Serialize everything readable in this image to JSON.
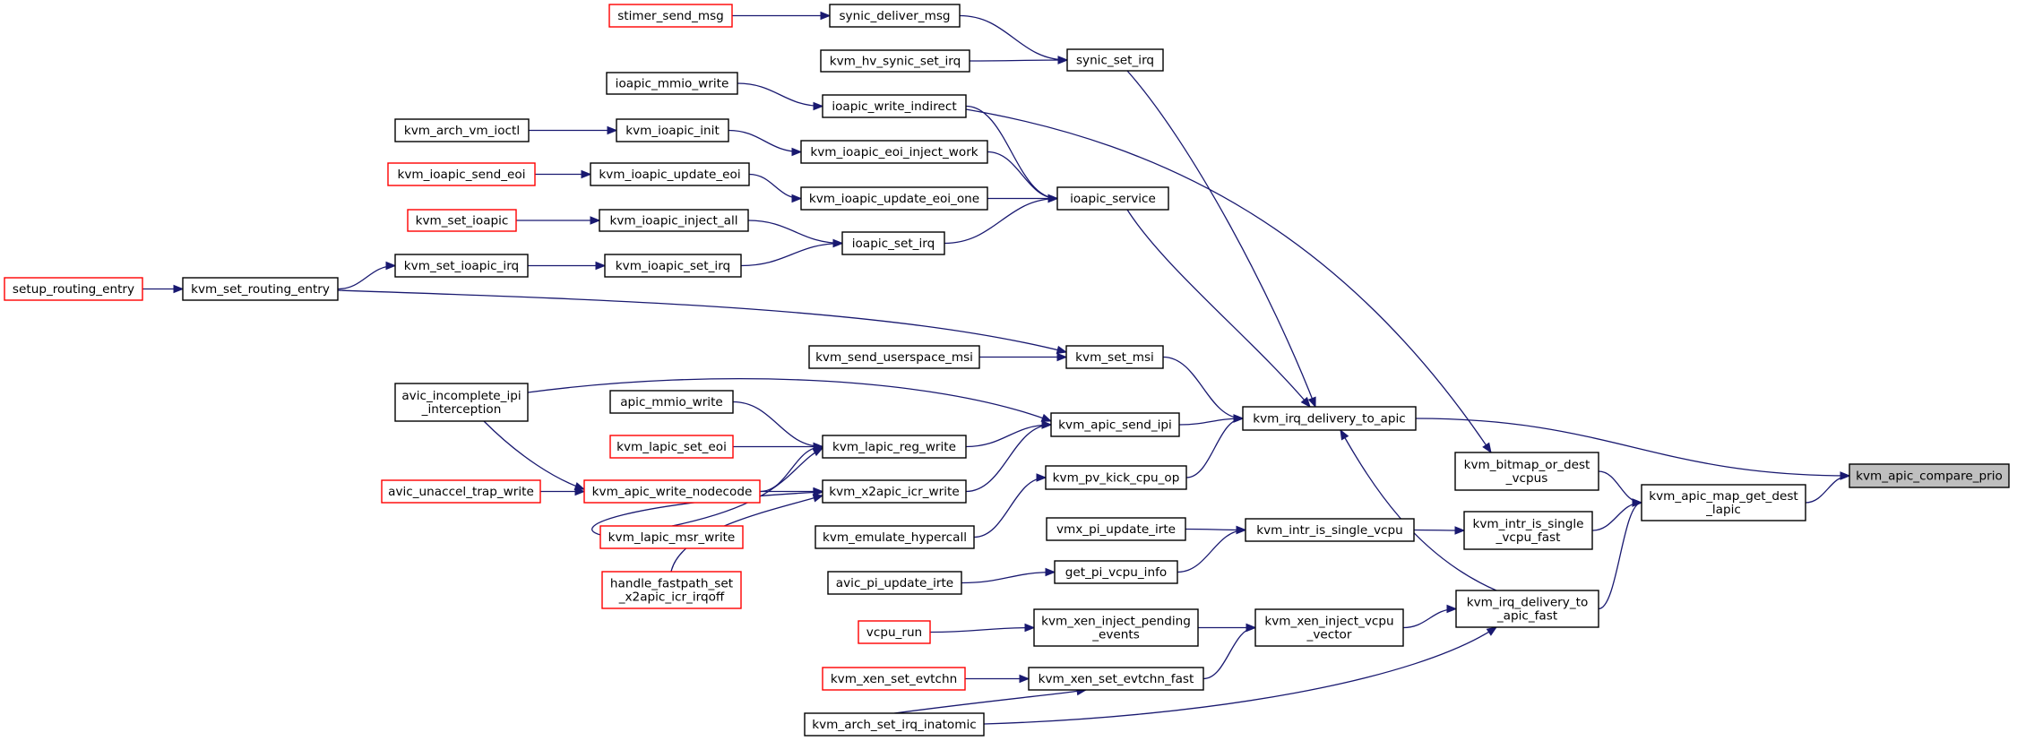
{
  "diagram": {
    "colors": {
      "edge": "#191970",
      "node_border": "#000000",
      "truncated_node_border": "#ff0000",
      "root_fill": "#bfbfbf"
    },
    "nodes": [
      {
        "id": "kvm_apic_compare_prio",
        "lines": [
          "kvm_apic_compare_prio"
        ],
        "style": "root"
      },
      {
        "id": "kvm_irq_delivery_to_apic",
        "lines": [
          "kvm_irq_delivery_to_apic"
        ],
        "style": "normal"
      },
      {
        "id": "kvm_apic_map_get_dest_lapic",
        "lines": [
          "kvm_apic_map_get_dest",
          "_lapic"
        ],
        "style": "normal"
      },
      {
        "id": "kvm_bitmap_or_dest_vcpus",
        "lines": [
          "kvm_bitmap_or_dest",
          "_vcpus"
        ],
        "style": "normal"
      },
      {
        "id": "kvm_intr_is_single_vcpu_fast",
        "lines": [
          "kvm_intr_is_single",
          "_vcpu_fast"
        ],
        "style": "normal"
      },
      {
        "id": "kvm_irq_delivery_to_apic_fast",
        "lines": [
          "kvm_irq_delivery_to",
          "_apic_fast"
        ],
        "style": "normal"
      },
      {
        "id": "synic_set_irq",
        "lines": [
          "synic_set_irq"
        ],
        "style": "normal"
      },
      {
        "id": "ioapic_service",
        "lines": [
          "ioapic_service"
        ],
        "style": "normal"
      },
      {
        "id": "kvm_set_msi",
        "lines": [
          "kvm_set_msi"
        ],
        "style": "normal"
      },
      {
        "id": "kvm_apic_send_ipi",
        "lines": [
          "kvm_apic_send_ipi"
        ],
        "style": "normal"
      },
      {
        "id": "kvm_pv_kick_cpu_op",
        "lines": [
          "kvm_pv_kick_cpu_op"
        ],
        "style": "normal"
      },
      {
        "id": "kvm_intr_is_single_vcpu",
        "lines": [
          "kvm_intr_is_single_vcpu"
        ],
        "style": "normal"
      },
      {
        "id": "kvm_xen_inject_vcpu_vector",
        "lines": [
          "kvm_xen_inject_vcpu",
          "_vector"
        ],
        "style": "normal"
      },
      {
        "id": "synic_deliver_msg",
        "lines": [
          "synic_deliver_msg"
        ],
        "style": "normal"
      },
      {
        "id": "kvm_hv_synic_set_irq",
        "lines": [
          "kvm_hv_synic_set_irq"
        ],
        "style": "normal"
      },
      {
        "id": "stimer_send_msg",
        "lines": [
          "stimer_send_msg"
        ],
        "style": "red"
      },
      {
        "id": "ioapic_write_indirect",
        "lines": [
          "ioapic_write_indirect"
        ],
        "style": "normal"
      },
      {
        "id": "ioapic_mmio_write",
        "lines": [
          "ioapic_mmio_write"
        ],
        "style": "normal"
      },
      {
        "id": "kvm_ioapic_eoi_inject_work",
        "lines": [
          "kvm_ioapic_eoi_inject_work"
        ],
        "style": "normal"
      },
      {
        "id": "kvm_ioapic_init",
        "lines": [
          "kvm_ioapic_init"
        ],
        "style": "normal"
      },
      {
        "id": "kvm_arch_vm_ioctl",
        "lines": [
          "kvm_arch_vm_ioctl"
        ],
        "style": "normal"
      },
      {
        "id": "kvm_ioapic_update_eoi_one",
        "lines": [
          "kvm_ioapic_update_eoi_one"
        ],
        "style": "normal"
      },
      {
        "id": "kvm_ioapic_update_eoi",
        "lines": [
          "kvm_ioapic_update_eoi"
        ],
        "style": "normal"
      },
      {
        "id": "kvm_ioapic_send_eoi",
        "lines": [
          "kvm_ioapic_send_eoi"
        ],
        "style": "red"
      },
      {
        "id": "ioapic_set_irq",
        "lines": [
          "ioapic_set_irq"
        ],
        "style": "normal"
      },
      {
        "id": "kvm_ioapic_inject_all",
        "lines": [
          "kvm_ioapic_inject_all"
        ],
        "style": "normal"
      },
      {
        "id": "kvm_set_ioapic",
        "lines": [
          "kvm_set_ioapic"
        ],
        "style": "red"
      },
      {
        "id": "kvm_ioapic_set_irq",
        "lines": [
          "kvm_ioapic_set_irq"
        ],
        "style": "normal"
      },
      {
        "id": "kvm_set_ioapic_irq",
        "lines": [
          "kvm_set_ioapic_irq"
        ],
        "style": "normal"
      },
      {
        "id": "kvm_set_routing_entry",
        "lines": [
          "kvm_set_routing_entry"
        ],
        "style": "normal"
      },
      {
        "id": "setup_routing_entry",
        "lines": [
          "setup_routing_entry"
        ],
        "style": "red"
      },
      {
        "id": "kvm_send_userspace_msi",
        "lines": [
          "kvm_send_userspace_msi"
        ],
        "style": "normal"
      },
      {
        "id": "avic_incomplete_ipi_interception",
        "lines": [
          "avic_incomplete_ipi",
          "_interception"
        ],
        "style": "normal"
      },
      {
        "id": "kvm_lapic_reg_write",
        "lines": [
          "kvm_lapic_reg_write"
        ],
        "style": "normal"
      },
      {
        "id": "kvm_x2apic_icr_write",
        "lines": [
          "kvm_x2apic_icr_write"
        ],
        "style": "normal"
      },
      {
        "id": "apic_mmio_write",
        "lines": [
          "apic_mmio_write"
        ],
        "style": "normal"
      },
      {
        "id": "kvm_lapic_set_eoi",
        "lines": [
          "kvm_lapic_set_eoi"
        ],
        "style": "red"
      },
      {
        "id": "kvm_apic_write_nodecode",
        "lines": [
          "kvm_apic_write_nodecode"
        ],
        "style": "red"
      },
      {
        "id": "avic_unaccel_trap_write",
        "lines": [
          "avic_unaccel_trap_write"
        ],
        "style": "red"
      },
      {
        "id": "kvm_lapic_msr_write",
        "lines": [
          "kvm_lapic_msr_write"
        ],
        "style": "red"
      },
      {
        "id": "handle_fastpath_set_x2apic_icr_irqoff",
        "lines": [
          "handle_fastpath_set",
          "_x2apic_icr_irqoff"
        ],
        "style": "red"
      },
      {
        "id": "kvm_emulate_hypercall",
        "lines": [
          "kvm_emulate_hypercall"
        ],
        "style": "normal"
      },
      {
        "id": "vmx_pi_update_irte",
        "lines": [
          "vmx_pi_update_irte"
        ],
        "style": "normal"
      },
      {
        "id": "get_pi_vcpu_info",
        "lines": [
          "get_pi_vcpu_info"
        ],
        "style": "normal"
      },
      {
        "id": "avic_pi_update_irte",
        "lines": [
          "avic_pi_update_irte"
        ],
        "style": "normal"
      },
      {
        "id": "kvm_xen_inject_pending_events",
        "lines": [
          "kvm_xen_inject_pending",
          "_events"
        ],
        "style": "normal"
      },
      {
        "id": "vcpu_run",
        "lines": [
          "vcpu_run"
        ],
        "style": "red"
      },
      {
        "id": "kvm_xen_set_evtchn_fast",
        "lines": [
          "kvm_xen_set_evtchn_fast"
        ],
        "style": "normal"
      },
      {
        "id": "kvm_xen_set_evtchn",
        "lines": [
          "kvm_xen_set_evtchn"
        ],
        "style": "red"
      },
      {
        "id": "kvm_arch_set_irq_inatomic",
        "lines": [
          "kvm_arch_set_irq_inatomic"
        ],
        "style": "normal"
      }
    ],
    "edges": [
      {
        "from": "kvm_irq_delivery_to_apic",
        "to": "kvm_apic_compare_prio"
      },
      {
        "from": "kvm_apic_map_get_dest_lapic",
        "to": "kvm_apic_compare_prio"
      },
      {
        "from": "synic_set_irq",
        "to": "kvm_irq_delivery_to_apic"
      },
      {
        "from": "ioapic_service",
        "to": "kvm_irq_delivery_to_apic"
      },
      {
        "from": "kvm_set_msi",
        "to": "kvm_irq_delivery_to_apic"
      },
      {
        "from": "kvm_apic_send_ipi",
        "to": "kvm_irq_delivery_to_apic"
      },
      {
        "from": "kvm_pv_kick_cpu_op",
        "to": "kvm_irq_delivery_to_apic"
      },
      {
        "from": "kvm_irq_delivery_to_apic_fast",
        "to": "kvm_irq_delivery_to_apic"
      },
      {
        "from": "synic_deliver_msg",
        "to": "synic_set_irq"
      },
      {
        "from": "kvm_hv_synic_set_irq",
        "to": "synic_set_irq"
      },
      {
        "from": "stimer_send_msg",
        "to": "synic_deliver_msg"
      },
      {
        "from": "ioapic_write_indirect",
        "to": "ioapic_service"
      },
      {
        "from": "kvm_ioapic_eoi_inject_work",
        "to": "ioapic_service"
      },
      {
        "from": "kvm_ioapic_update_eoi_one",
        "to": "ioapic_service"
      },
      {
        "from": "ioapic_set_irq",
        "to": "ioapic_service"
      },
      {
        "from": "ioapic_mmio_write",
        "to": "ioapic_write_indirect"
      },
      {
        "from": "kvm_ioapic_init",
        "to": "kvm_ioapic_eoi_inject_work"
      },
      {
        "from": "kvm_arch_vm_ioctl",
        "to": "kvm_ioapic_init"
      },
      {
        "from": "kvm_ioapic_update_eoi",
        "to": "kvm_ioapic_update_eoi_one"
      },
      {
        "from": "kvm_ioapic_send_eoi",
        "to": "kvm_ioapic_update_eoi"
      },
      {
        "from": "kvm_ioapic_inject_all",
        "to": "ioapic_set_irq"
      },
      {
        "from": "kvm_ioapic_set_irq",
        "to": "ioapic_set_irq"
      },
      {
        "from": "kvm_set_ioapic",
        "to": "kvm_ioapic_inject_all"
      },
      {
        "from": "kvm_set_ioapic_irq",
        "to": "kvm_ioapic_set_irq"
      },
      {
        "from": "kvm_set_routing_entry",
        "to": "kvm_set_ioapic_irq"
      },
      {
        "from": "setup_routing_entry",
        "to": "kvm_set_routing_entry"
      },
      {
        "from": "kvm_set_routing_entry",
        "to": "kvm_set_msi"
      },
      {
        "from": "kvm_send_userspace_msi",
        "to": "kvm_set_msi"
      },
      {
        "from": "avic_incomplete_ipi_interception",
        "to": "kvm_apic_send_ipi"
      },
      {
        "from": "kvm_lapic_reg_write",
        "to": "kvm_apic_send_ipi"
      },
      {
        "from": "kvm_x2apic_icr_write",
        "to": "kvm_apic_send_ipi"
      },
      {
        "from": "apic_mmio_write",
        "to": "kvm_lapic_reg_write"
      },
      {
        "from": "kvm_lapic_set_eoi",
        "to": "kvm_lapic_reg_write"
      },
      {
        "from": "kvm_apic_write_nodecode",
        "to": "kvm_lapic_reg_write"
      },
      {
        "from": "kvm_lapic_msr_write",
        "to": "kvm_lapic_reg_write"
      },
      {
        "from": "kvm_apic_write_nodecode",
        "to": "kvm_x2apic_icr_write"
      },
      {
        "from": "kvm_lapic_msr_write",
        "to": "kvm_x2apic_icr_write"
      },
      {
        "from": "handle_fastpath_set_x2apic_icr_irqoff",
        "to": "kvm_x2apic_icr_write"
      },
      {
        "from": "avic_incomplete_ipi_interception",
        "to": "kvm_apic_write_nodecode"
      },
      {
        "from": "avic_unaccel_trap_write",
        "to": "kvm_apic_write_nodecode"
      },
      {
        "from": "kvm_emulate_hypercall",
        "to": "kvm_pv_kick_cpu_op"
      },
      {
        "from": "ioapic_write_indirect",
        "to": "kvm_bitmap_or_dest_vcpus"
      },
      {
        "from": "kvm_bitmap_or_dest_vcpus",
        "to": "kvm_apic_map_get_dest_lapic"
      },
      {
        "from": "kvm_intr_is_single_vcpu_fast",
        "to": "kvm_apic_map_get_dest_lapic"
      },
      {
        "from": "kvm_irq_delivery_to_apic_fast",
        "to": "kvm_apic_map_get_dest_lapic"
      },
      {
        "from": "kvm_intr_is_single_vcpu",
        "to": "kvm_intr_is_single_vcpu_fast"
      },
      {
        "from": "vmx_pi_update_irte",
        "to": "kvm_intr_is_single_vcpu"
      },
      {
        "from": "get_pi_vcpu_info",
        "to": "kvm_intr_is_single_vcpu"
      },
      {
        "from": "avic_pi_update_irte",
        "to": "get_pi_vcpu_info"
      },
      {
        "from": "kvm_xen_inject_vcpu_vector",
        "to": "kvm_irq_delivery_to_apic_fast"
      },
      {
        "from": "kvm_arch_set_irq_inatomic",
        "to": "kvm_irq_delivery_to_apic_fast"
      },
      {
        "from": "kvm_xen_inject_pending_events",
        "to": "kvm_xen_inject_vcpu_vector"
      },
      {
        "from": "kvm_xen_set_evtchn_fast",
        "to": "kvm_xen_inject_vcpu_vector"
      },
      {
        "from": "vcpu_run",
        "to": "kvm_xen_inject_pending_events"
      },
      {
        "from": "kvm_xen_set_evtchn",
        "to": "kvm_xen_set_evtchn_fast"
      },
      {
        "from": "kvm_arch_set_irq_inatomic",
        "to": "kvm_xen_set_evtchn_fast"
      }
    ]
  }
}
